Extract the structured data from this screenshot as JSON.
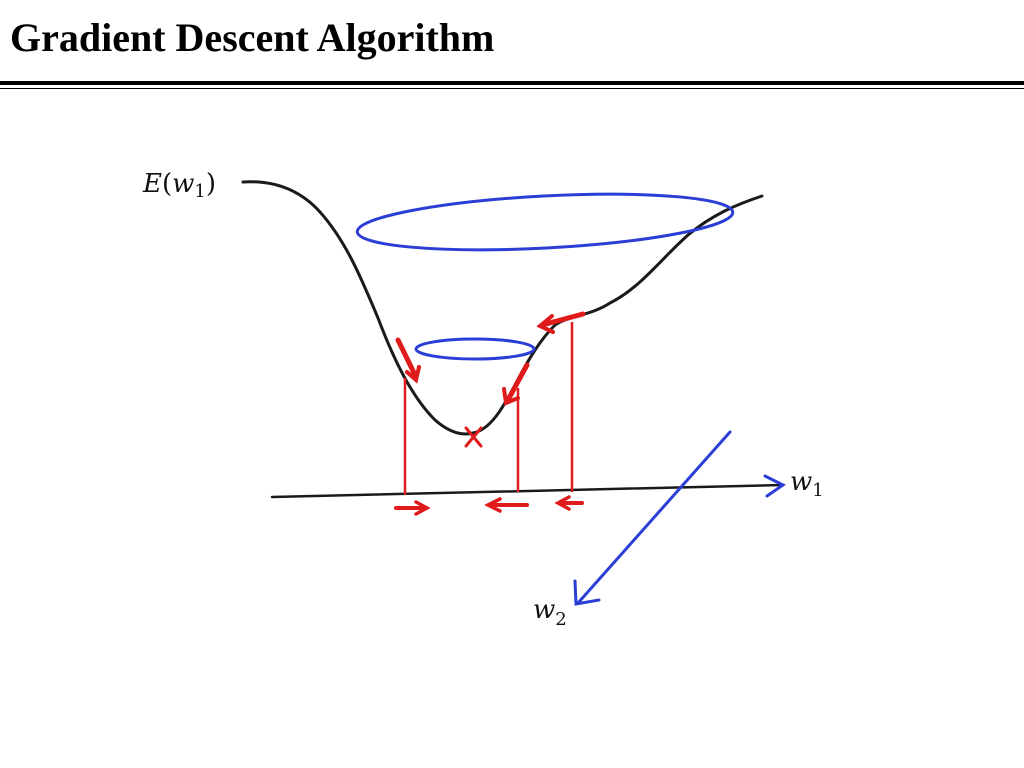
{
  "slide": {
    "title": "Gradient Descent Algorithm"
  },
  "diagram": {
    "energy_label": {
      "fn": "E",
      "open": "(",
      "var": "w",
      "sub": "1",
      "close": ")"
    },
    "w1_axis_label": {
      "var": "w",
      "sub": "1"
    },
    "w2_axis_label": {
      "var": "w",
      "sub": "2"
    },
    "colors": {
      "curve": "#1a1a1a",
      "contour": "#2b3fd6",
      "gradient": "#e01b1b",
      "axis": "#1a1a1a",
      "w2_axis": "#2b3fd6"
    },
    "icons": [
      "minimum-x-icon",
      "arrow-right-icon",
      "arrow-left-icon"
    ]
  }
}
